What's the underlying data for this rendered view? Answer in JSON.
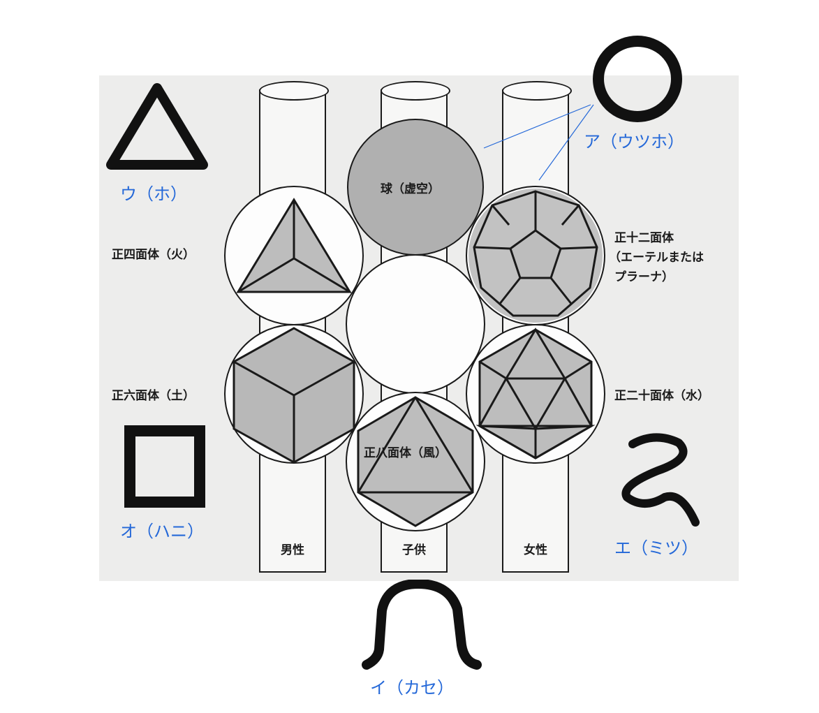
{
  "pillars": [
    {
      "label": "男性"
    },
    {
      "label": "子供"
    },
    {
      "label": "女性"
    }
  ],
  "solids": {
    "sphere": "球（虚空）",
    "tetrahedron": "正四面体（火）",
    "hexahedron": "正六面体（土）",
    "octahedron": "正八面体（風）",
    "dodecahedron_lines": [
      "正十二面体",
      "（エーテルまたは",
      "プラーナ）"
    ],
    "icosahedron": "正二十面体（水）"
  },
  "katakamuna": {
    "a": "ア（ウツホ）",
    "u": "ウ（ホ）",
    "o": "オ（ハニ）",
    "e": "エ（ミツ）",
    "i": "イ（カセ）"
  },
  "colors": {
    "annotation_blue": "#2468d8",
    "ink": "#1a1a1a",
    "solid_gray": "#b5b5b5",
    "sphere_gray": "#b0b0b0"
  },
  "icons": {
    "a": "circle-glyph-icon",
    "u": "triangle-glyph-icon",
    "o": "square-glyph-icon",
    "e": "wave-glyph-icon",
    "i": "arch-glyph-icon"
  }
}
